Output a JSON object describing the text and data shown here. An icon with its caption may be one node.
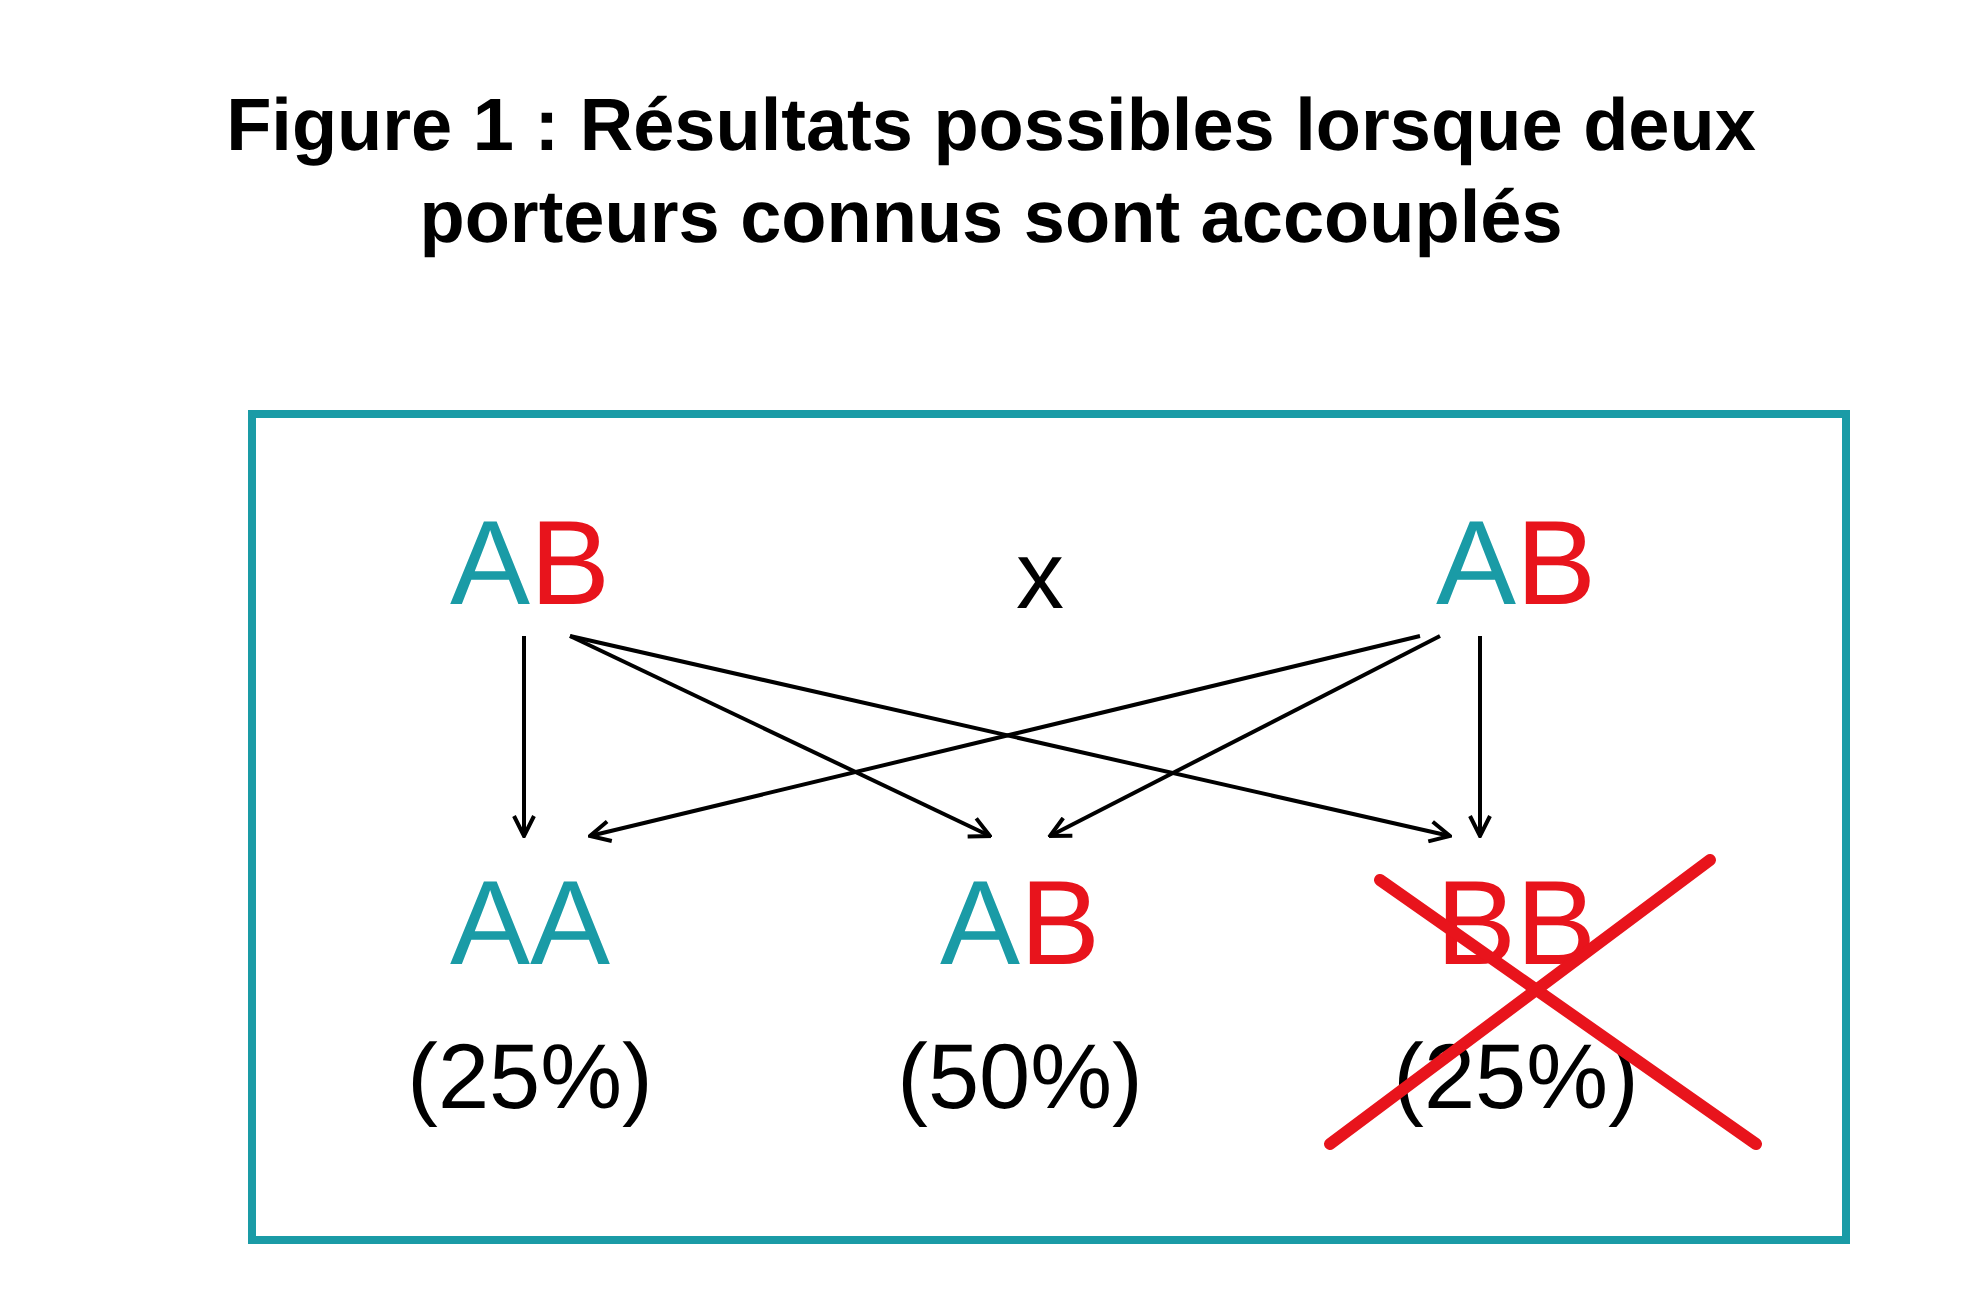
{
  "diagram": {
    "title": "Figure 1 : Résultats possibles lorsque deux porteurs connus sont accouplés",
    "nodes": [
      {
        "text": [],
        "shape": "box"
      },
      {
        "text": [
          "AB"
        ],
        "in": 0
      },
      {
        "text": [
          "AB"
        ],
        "in": 0
      },
      {
        "text": [
          "AA"
        ],
        "in": 0,
        "beside": [
          "(25%)"
        ]
      },
      {
        "text": [
          "AB"
        ],
        "in": 0,
        "beside": [
          "(50%)"
        ]
      },
      {
        "text": [
          "BB"
        ],
        "in": 0,
        "beside": [
          "(25%)"
        ]
      }
    ],
    "edges": [
      {
        "from": 1,
        "to": 3,
        "arrow": "to"
      },
      {
        "from": 1,
        "to": 4,
        "arrow": "to"
      },
      {
        "from": 1,
        "to": 5,
        "arrow": "to"
      },
      {
        "from": 2,
        "to": 3,
        "arrow": "to"
      },
      {
        "from": 2,
        "to": 4,
        "arrow": "to"
      },
      {
        "from": 2,
        "to": 5,
        "arrow": "to"
      }
    ],
    "labels": [
      "x"
    ]
  }
}
